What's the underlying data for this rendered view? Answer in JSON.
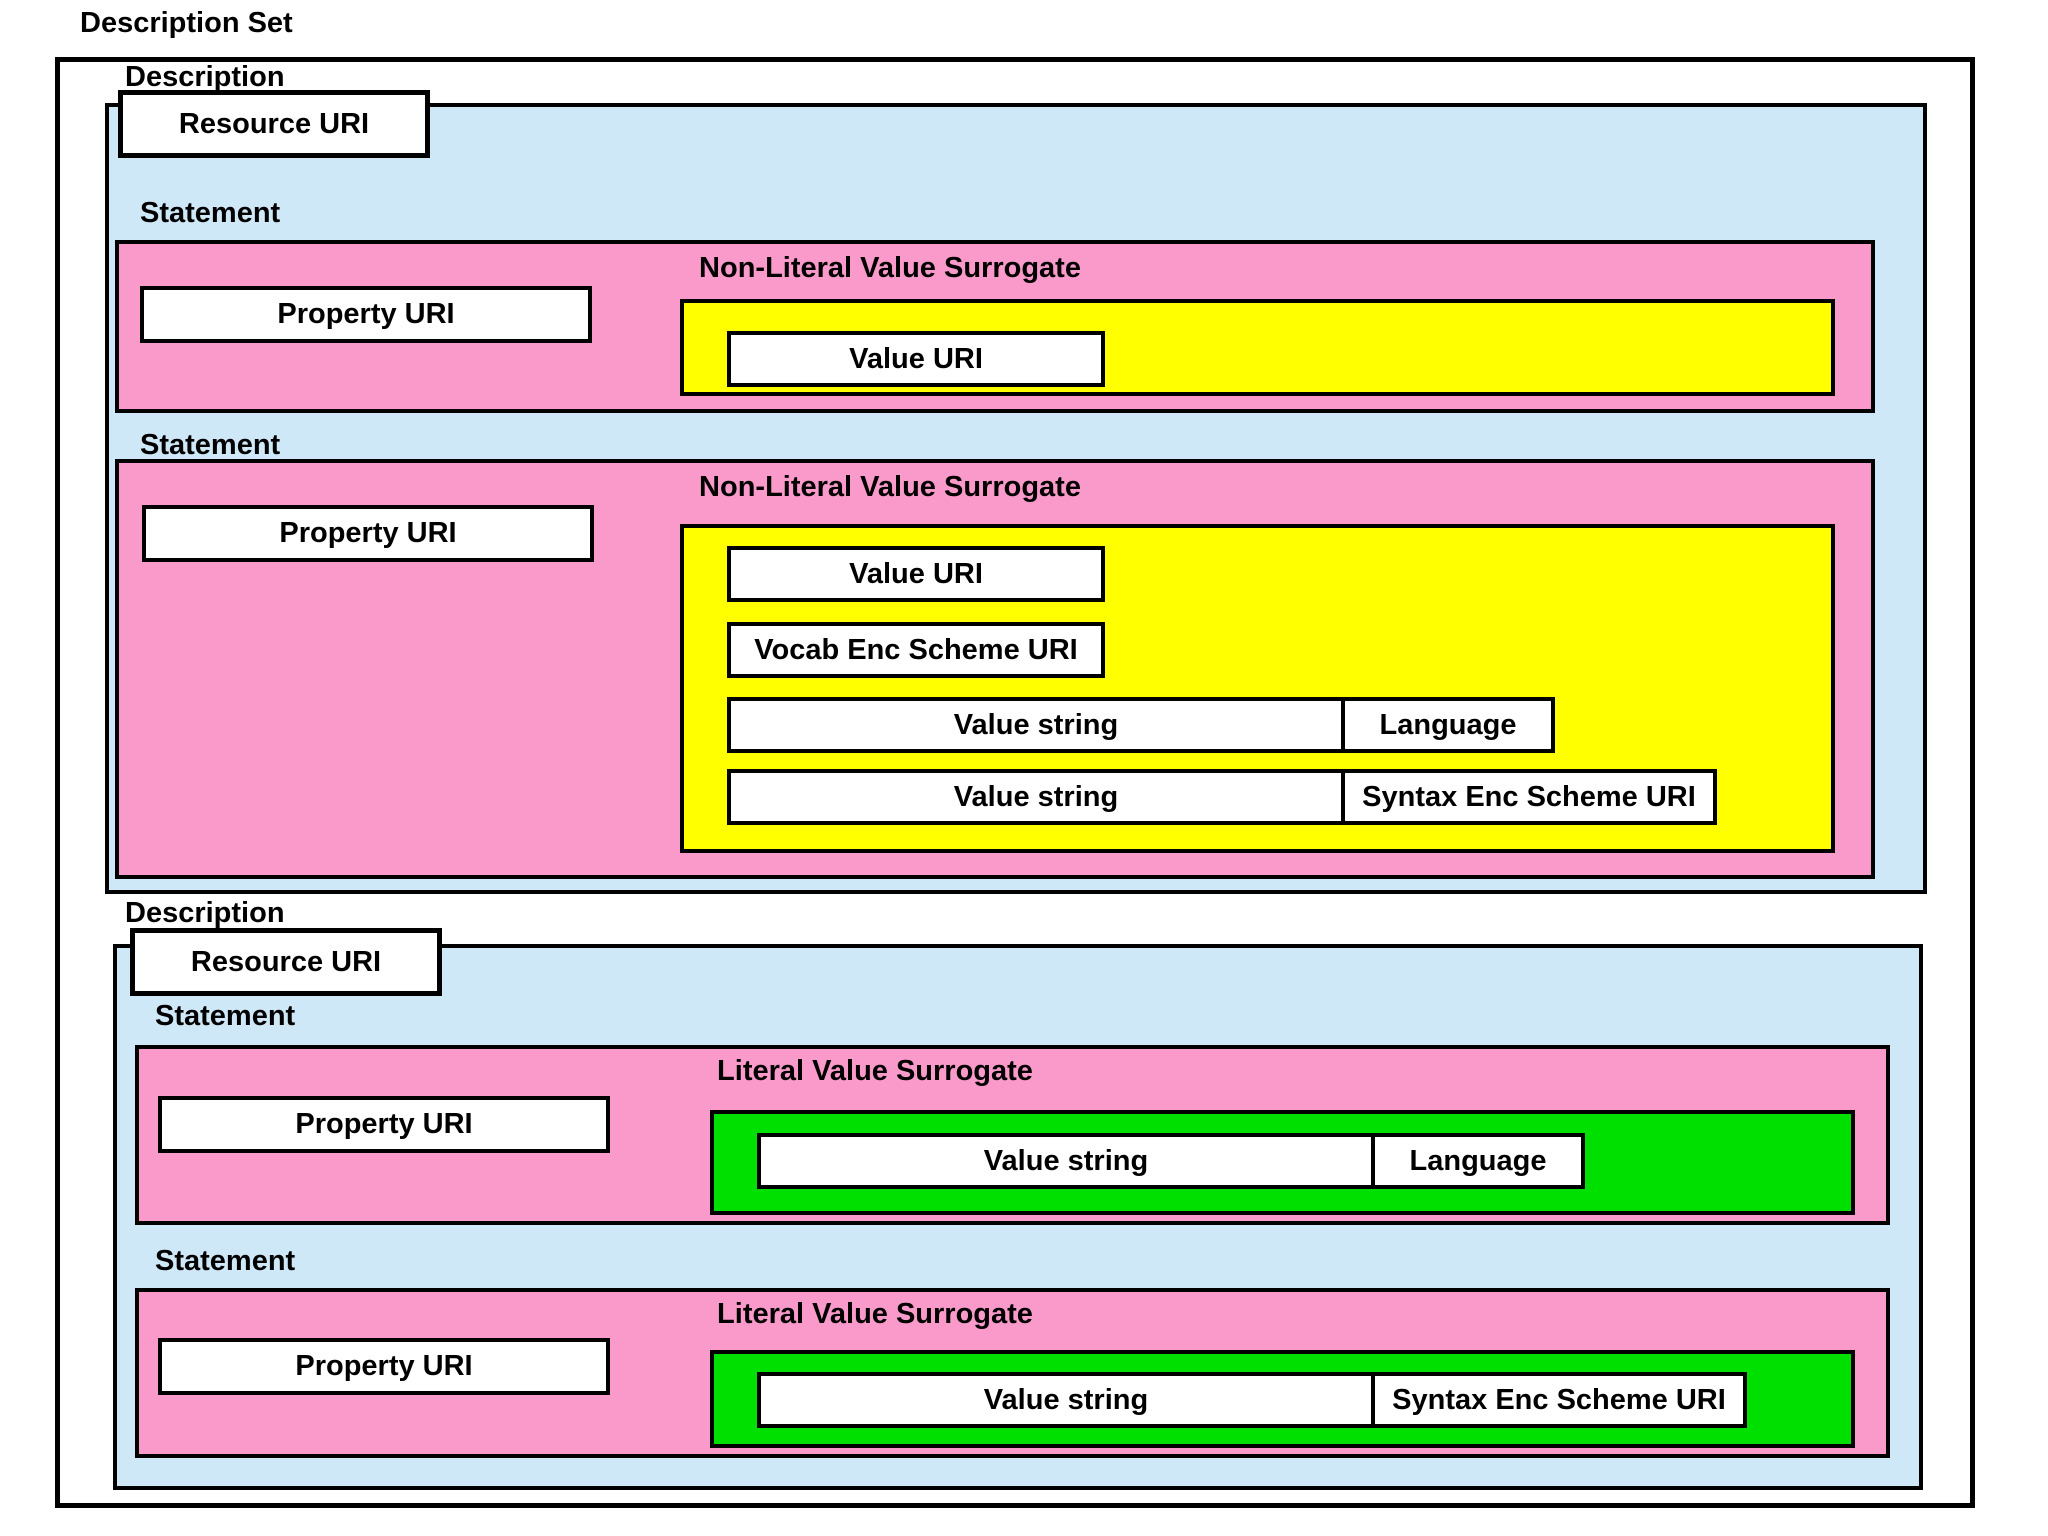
{
  "page_title": "Description Set",
  "colors": {
    "statement_pink": "#FA9ACA",
    "description_blue": "#CFE8F8",
    "surrogate_yellow": "#FFFF00",
    "literal_green": "#00E000",
    "border_black": "#000000"
  },
  "descriptions": [
    {
      "label": "Description",
      "resource_uri": "Resource URI",
      "statements": [
        {
          "label": "Statement",
          "property_uri": "Property URI",
          "surrogate": {
            "type": "non-literal",
            "title": "Non-Literal Value Surrogate",
            "value_uri": "Value URI"
          }
        },
        {
          "label": "Statement",
          "property_uri": "Property URI",
          "surrogate": {
            "type": "non-literal",
            "title": "Non-Literal Value Surrogate",
            "value_uri": "Value URI",
            "vocab_enc_scheme_uri": "Vocab Enc Scheme URI",
            "rows": [
              {
                "value_string": "Value string",
                "qualifier": "Language"
              },
              {
                "value_string": "Value string",
                "qualifier": "Syntax Enc Scheme URI"
              }
            ]
          }
        }
      ]
    },
    {
      "label": "Description",
      "resource_uri": "Resource URI",
      "statements": [
        {
          "label": "Statement",
          "property_uri": "Property URI",
          "surrogate": {
            "type": "literal",
            "title": "Literal Value Surrogate",
            "rows": [
              {
                "value_string": "Value string",
                "qualifier": "Language"
              }
            ]
          }
        },
        {
          "label": "Statement",
          "property_uri": "Property URI",
          "surrogate": {
            "type": "literal",
            "title": "Literal Value Surrogate",
            "rows": [
              {
                "value_string": "Value string",
                "qualifier": "Syntax Enc Scheme URI"
              }
            ]
          }
        }
      ]
    }
  ]
}
